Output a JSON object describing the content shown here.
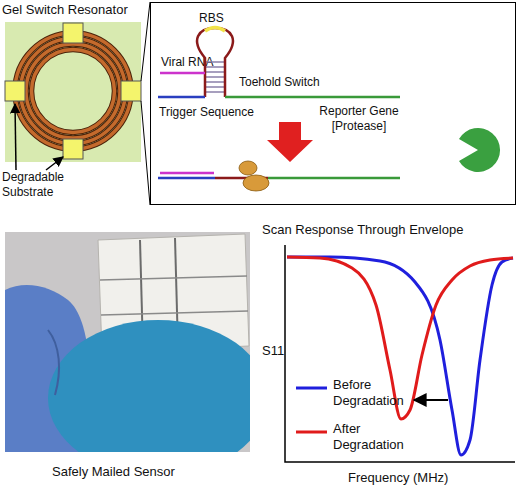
{
  "diagram": {
    "nodes": [
      {
        "text": [
          "Gel Switch Resonator"
        ]
      },
      {
        "text": [
          "RBS",
          "Viral RNA",
          "Toehold Switch",
          "Trigger Sequence",
          "Reporter Gene [Protease]"
        ]
      }
    ],
    "labels": [
      "Degradable Substrate",
      "Scan Response Through Envelope",
      "Safely Mailed Sensor",
      "S11",
      "Frequency (MHz)"
    ],
    "legend": [
      {
        "text": "Before Degradation"
      },
      {
        "text": "After Degradation"
      }
    ]
  }
}
